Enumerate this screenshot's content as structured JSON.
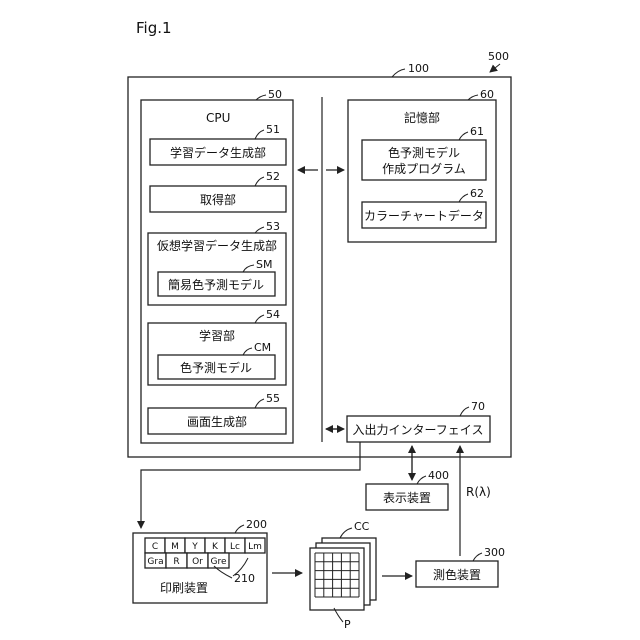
{
  "figure_label": "Fig.1",
  "system": {
    "ref": "500"
  },
  "device": {
    "ref": "100"
  },
  "cpu": {
    "title": "CPU",
    "ref": "50",
    "units": [
      {
        "label": "学習データ生成部",
        "ref": "51"
      },
      {
        "label": "取得部",
        "ref": "52"
      },
      {
        "label": "仮想学習データ生成部",
        "ref": "53"
      },
      {
        "label": "学習部",
        "ref": "54"
      },
      {
        "label": "画面生成部",
        "ref": "55"
      }
    ],
    "sub_models": [
      {
        "label": "簡易色予測モデル",
        "ref": "SM"
      },
      {
        "label": "色予測モデル",
        "ref": "CM"
      }
    ]
  },
  "storage": {
    "title": "記憶部",
    "ref": "60",
    "program_lines": [
      "色予測モデル",
      "作成プログラム"
    ],
    "program_ref": "61",
    "chart_data_label": "カラーチャートデータ",
    "chart_data_ref": "62"
  },
  "io": {
    "label": "入出力インターフェイス",
    "ref": "70"
  },
  "display": {
    "label": "表示装置",
    "ref": "400"
  },
  "printer": {
    "label": "印刷装置",
    "ref": "200",
    "ink_ref": "210",
    "inks_row1": [
      "C",
      "M",
      "Y",
      "K",
      "Lc",
      "Lm"
    ],
    "inks_row2": [
      "Gra",
      "R",
      "Or",
      "Gre"
    ]
  },
  "chart": {
    "ref": "CC",
    "paper_ref": "P"
  },
  "meter": {
    "label": "測色装置",
    "ref": "300"
  },
  "signal": {
    "label": "R(λ)"
  }
}
